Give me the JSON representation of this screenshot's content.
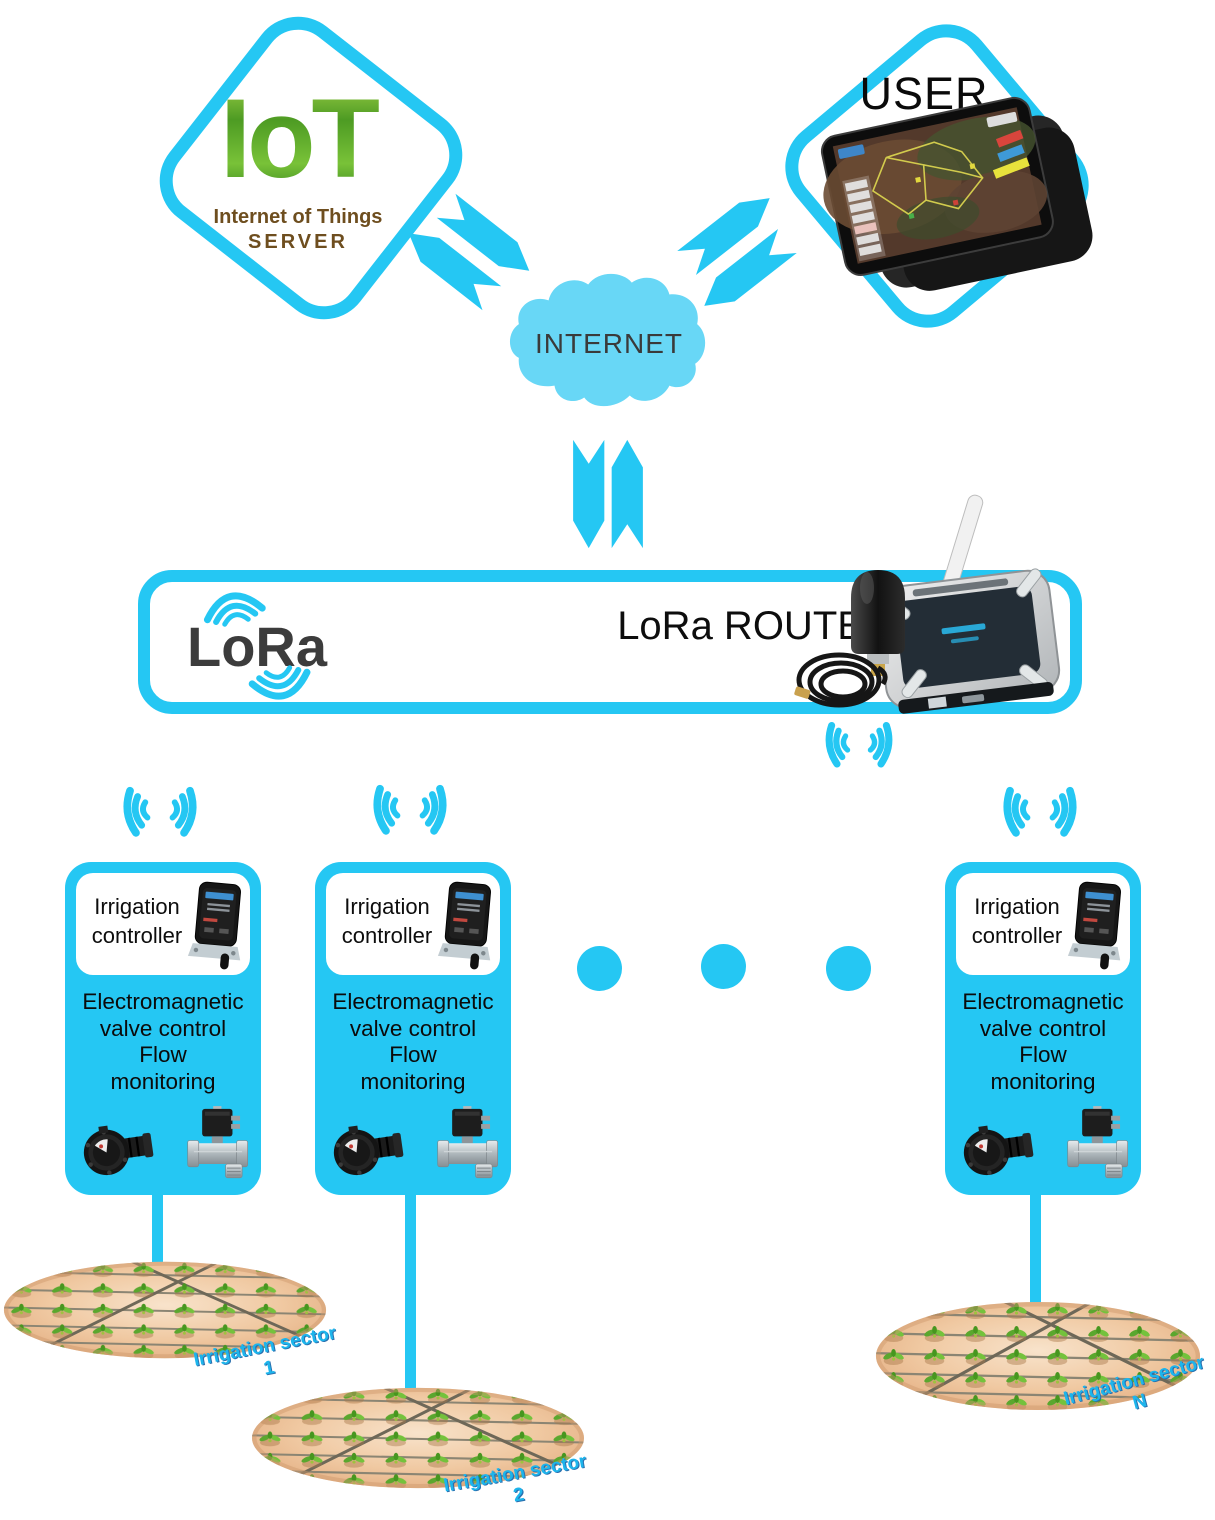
{
  "palette": {
    "cyan": "#25c7f3",
    "cloud_cyan": "#68d7f6",
    "logo_green": "#4d9b23",
    "logo_brown": "#6e4e1f",
    "text_dark": "#0d0d0d",
    "sector_label_cyan": "#1db5ec",
    "soil_tan": "#f0c9a2"
  },
  "iot_server": {
    "logo": "IoT",
    "subtitle": "Internet of Things",
    "role": "SERVER"
  },
  "user": {
    "label": "USER"
  },
  "internet_cloud": {
    "label": "INTERNET"
  },
  "lora_router": {
    "logo": "LoRa",
    "label": "LoRa ROUTER"
  },
  "controllers": [
    {
      "title": [
        "Irrigation",
        "controller"
      ],
      "features": [
        "Electromagnetic",
        "valve control",
        "Flow",
        "monitoring"
      ]
    },
    {
      "title": [
        "Irrigation",
        "controller"
      ],
      "features": [
        "Electromagnetic",
        "valve control",
        "Flow",
        "monitoring"
      ]
    },
    {
      "title": [
        "Irrigation",
        "controller"
      ],
      "features": [
        "Electromagnetic",
        "valve control",
        "Flow",
        "monitoring"
      ]
    }
  ],
  "sectors": [
    {
      "label": "Irrigation sector 1"
    },
    {
      "label": "Irrigation sector 2"
    },
    {
      "label": "Irrigation sector N"
    }
  ],
  "icons": {
    "radio_signal": "radio-waves-icon",
    "data_flow": "chevron-arrow-icon",
    "cloud": "cloud-icon",
    "router_device": "lora-router-device",
    "controller_device": "irrigation-controller-device",
    "flow_sensor": "flow-sensor-device",
    "valve": "electromagnetic-valve-device",
    "tablet": "user-tablet-device"
  }
}
